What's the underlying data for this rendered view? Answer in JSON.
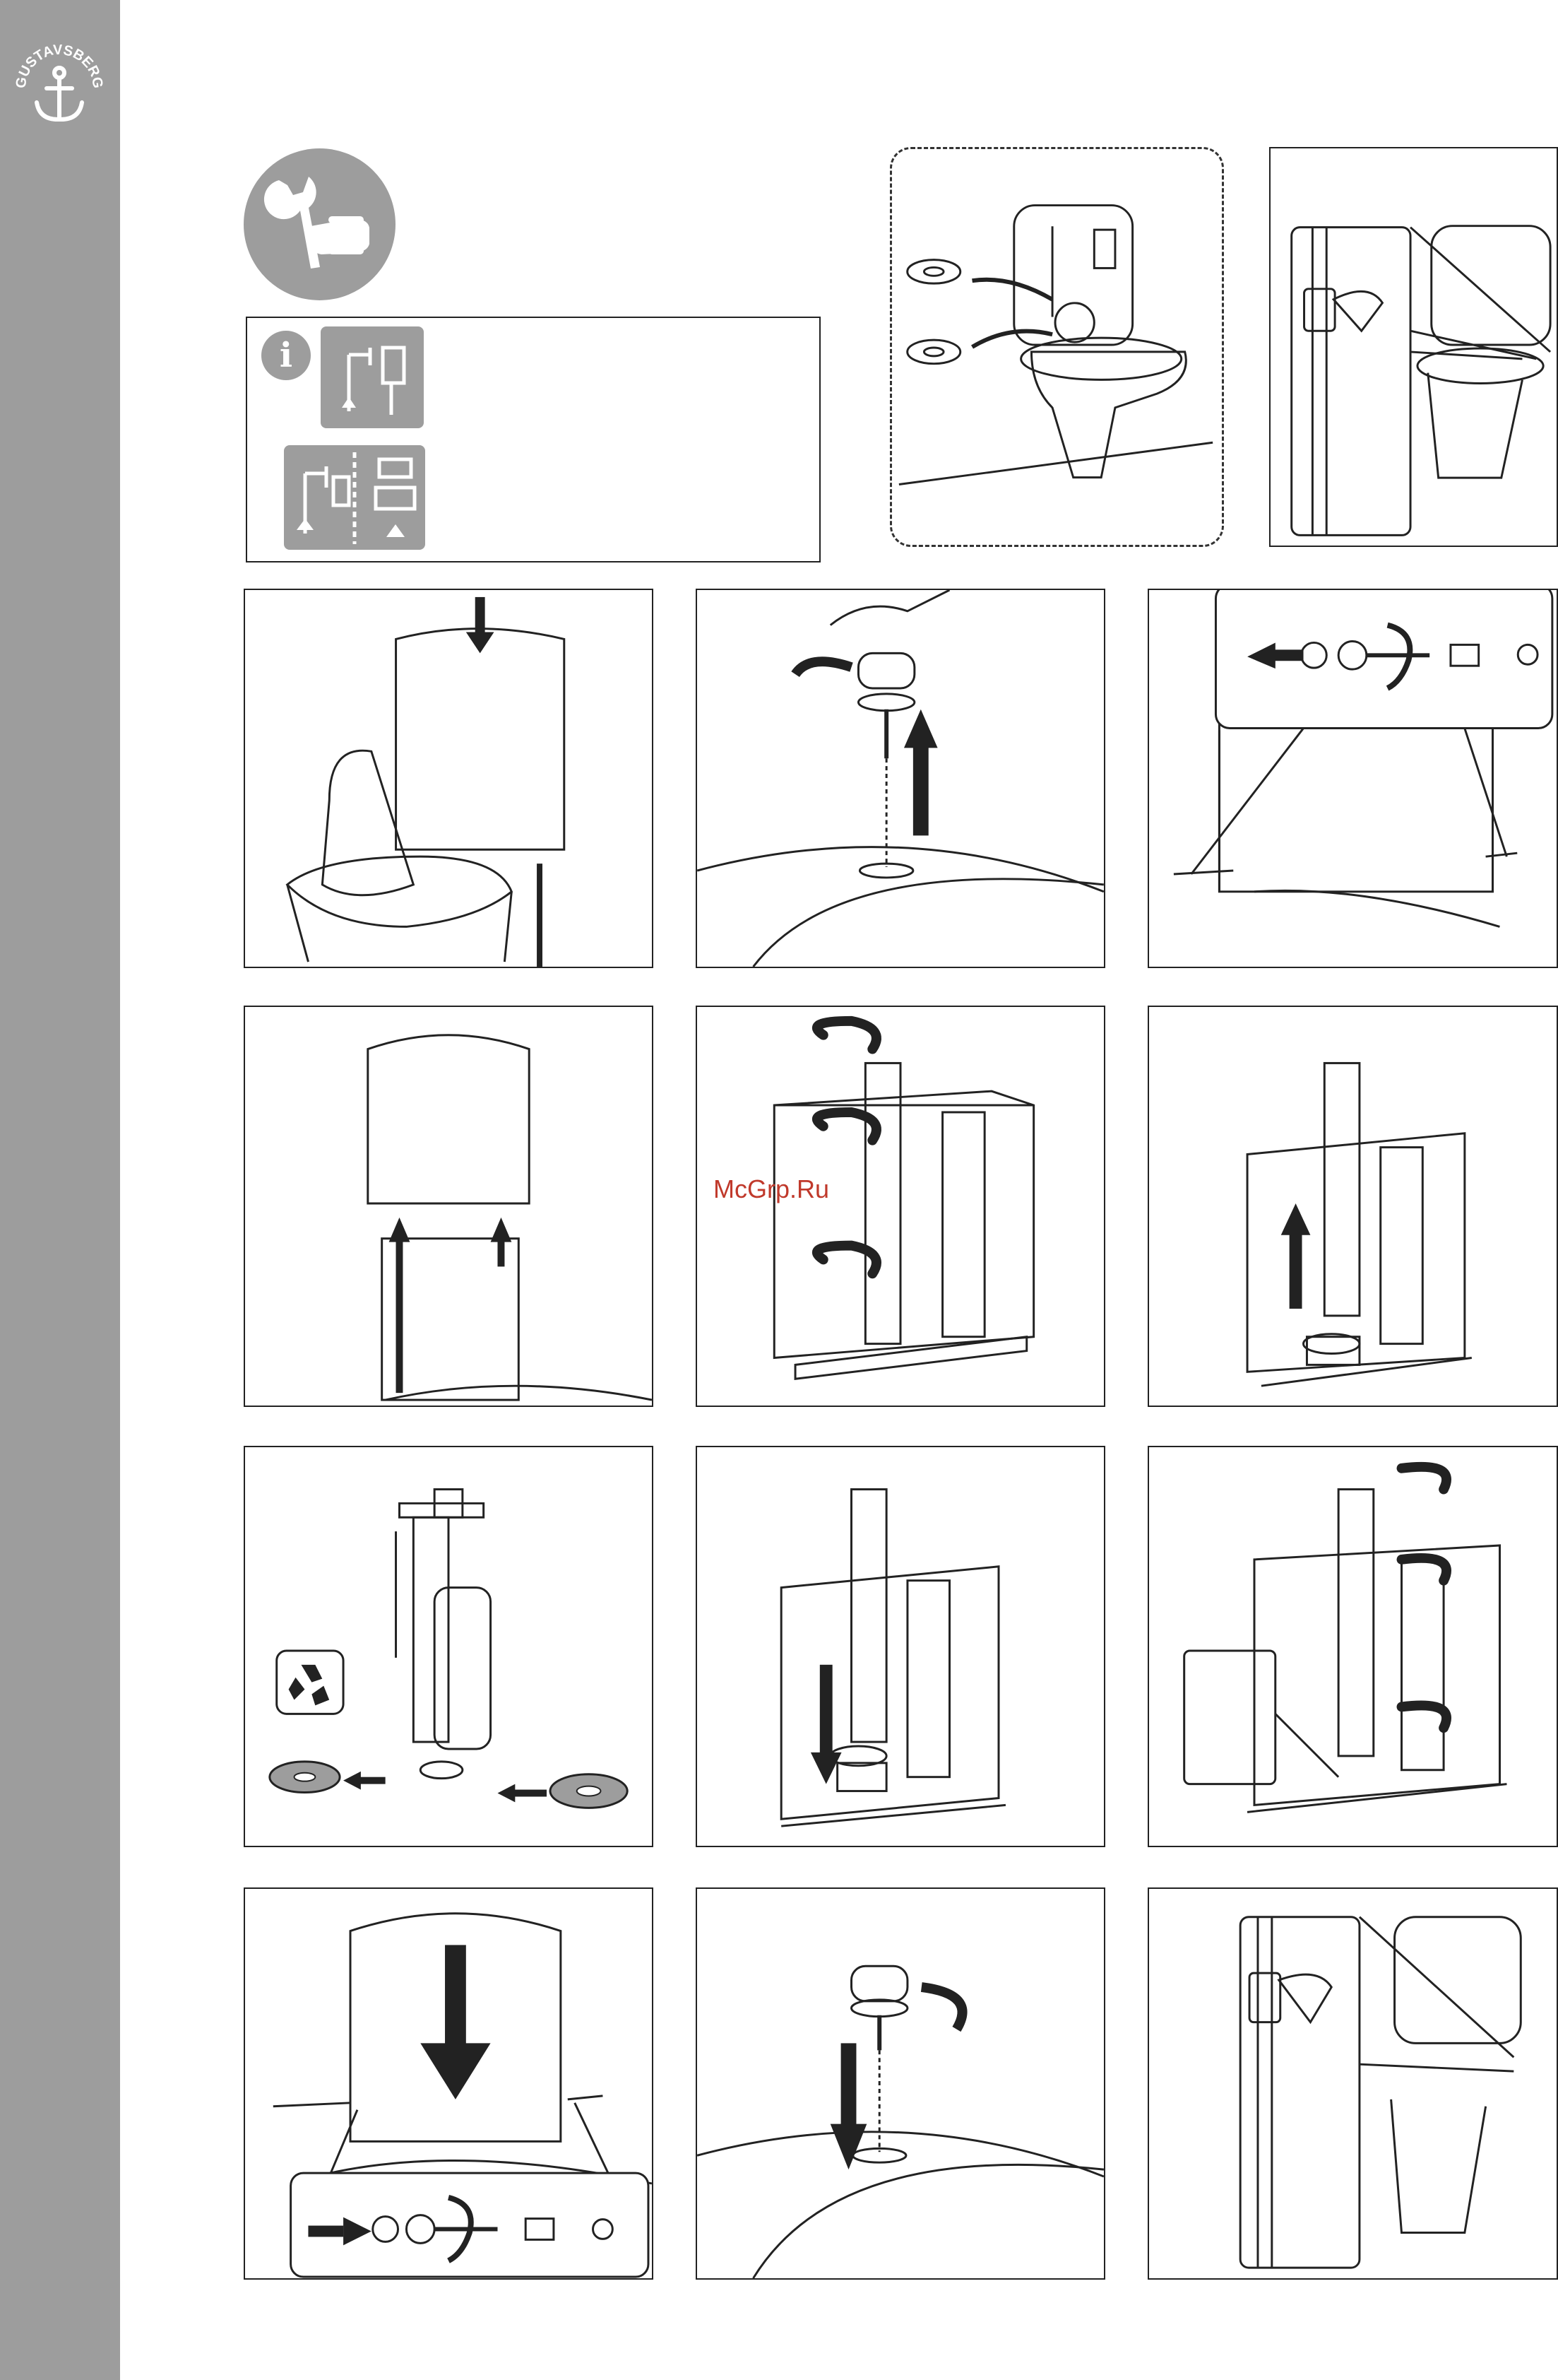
{
  "brand": {
    "name": "GUSTAVSBERG"
  },
  "watermark": "McGrp.Ru",
  "icons": {
    "tools": "wrench-hand-icon",
    "info": "info-icon",
    "recycle": "recycle-icon"
  },
  "steps": [
    "remove-seal",
    "close-water-valve",
    "flush-tank",
    "unscrew-flush-button",
    "remove-tank-screws",
    "lift-tank",
    "unlock-flush-valve",
    "lift-out-flush-valve",
    "replace-seal",
    "insert-flush-valve",
    "lock-flush-valve",
    "refit-tank",
    "refit-flush-button",
    "open-water-valve"
  ],
  "colors": {
    "sidebar": "#9d9d9d",
    "line": "#222222",
    "watermark": "#c0392b"
  }
}
